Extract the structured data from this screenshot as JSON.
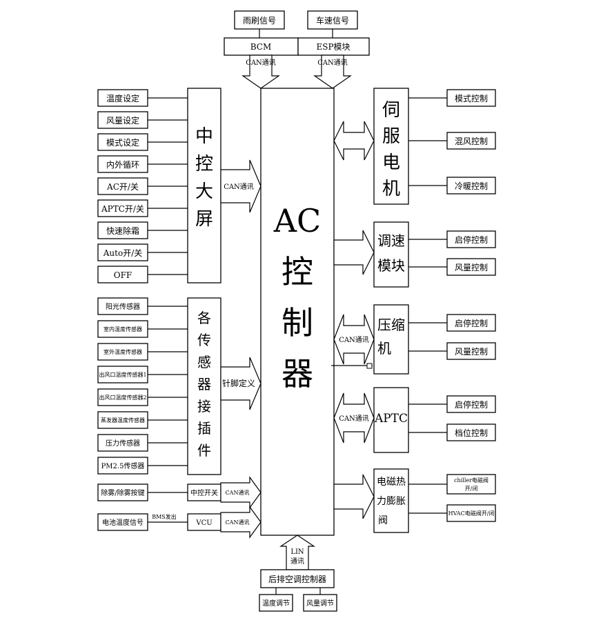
{
  "top": {
    "signal_rain": "雨刷信号",
    "signal_speed": "车速信号",
    "bcm": "BCM",
    "esp": "ESP模块",
    "can_comm": "CAN通讯"
  },
  "center": {
    "ac_controller": "AC控制器"
  },
  "left_panel": {
    "title": "中控大屏",
    "items": [
      "温度设定",
      "风量设定",
      "模式设定",
      "内外循环",
      "AC开/关",
      "APTC开/关",
      "快速除霜",
      "Auto开/关",
      "OFF"
    ],
    "link_label": "CAN通讯"
  },
  "sensor_panel": {
    "title": "各传感器接插件",
    "items": [
      "阳光传感器",
      "室内温度传感器",
      "室外温度传感器",
      "出风口温度传感器1",
      "出风口温度传感器2",
      "蒸发器温度传感器",
      "压力传感器",
      "PM2.5传感器"
    ],
    "link_label": "针脚定义"
  },
  "bottom_left": {
    "defog_button": "除雾/除雾按键",
    "center_switch": "中控开关",
    "can1": "CAN通讯",
    "battery_temp": "电池温度信号",
    "bms_out": "BMS发出",
    "vcu": "VCU",
    "can2": "CAN通讯"
  },
  "right_modules": {
    "servo": {
      "title": "伺服电机",
      "outputs": [
        "模式控制",
        "混风控制",
        "冷暖控制"
      ]
    },
    "speed": {
      "title": "调速模块",
      "outputs": [
        "启停控制",
        "风量控制"
      ]
    },
    "compressor": {
      "title": "压缩机",
      "link": "CAN通讯",
      "outputs": [
        "启停控制",
        "风量控制"
      ]
    },
    "aptc": {
      "title": "APTC",
      "link": "CAN通讯",
      "outputs": [
        "启停控制",
        "档位控制"
      ]
    },
    "valve": {
      "title": "电磁热力膨胀阀",
      "outputs": [
        "chiller电磁阀开/闭",
        "HVAC电磁阀开/闭"
      ]
    }
  },
  "bottom": {
    "lin_comm": "LIN通讯",
    "rear_controller": "后排空调控制器",
    "temp_adjust": "温度调节",
    "fan_adjust": "风量调节"
  }
}
